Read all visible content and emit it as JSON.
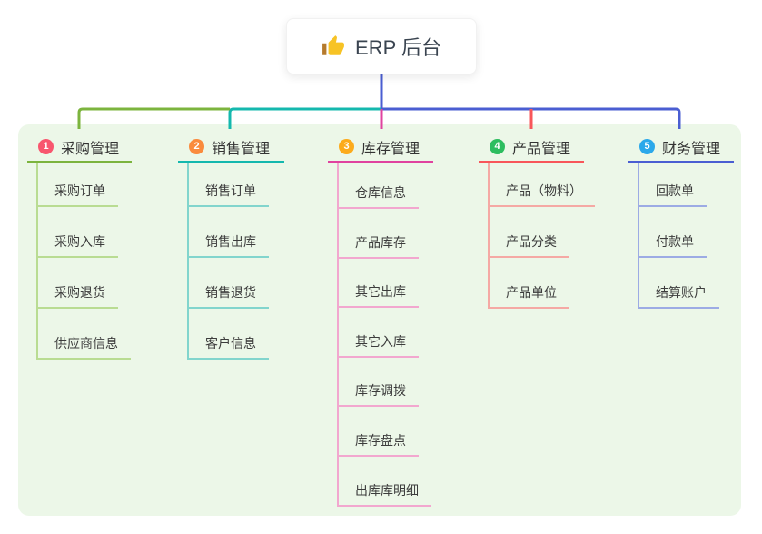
{
  "title": {
    "text": "ERP 后台",
    "icon": "thumbs-up"
  },
  "colors": {
    "canvas_background": "#ffffff",
    "panel_background": "#ecf7e8",
    "title_text": "#3a4450",
    "header_text": "#333333",
    "item_text": "#3c3c3c",
    "thumb_yellow": "#f7c325",
    "thumb_cuff_brown": "#b57a2d",
    "stem_blue": "#4a5ed2"
  },
  "branches": [
    {
      "num": "1",
      "label": "采购管理",
      "color": "#7cb43e",
      "light_color": "#b9dc92",
      "badge_color": "#f8566e",
      "items": [
        "采购订单",
        "采购入库",
        "采购退货",
        "供应商信息"
      ]
    },
    {
      "num": "2",
      "label": "销售管理",
      "color": "#14b8ae",
      "light_color": "#82d5cd",
      "badge_color": "#fa8b3d",
      "items": [
        "销售订单",
        "销售出库",
        "销售退货",
        "客户信息"
      ]
    },
    {
      "num": "3",
      "label": "库存管理",
      "color": "#e0429f",
      "light_color": "#f2a7cf",
      "badge_color": "#fcab1b",
      "items": [
        "仓库信息",
        "产品库存",
        "其它出库",
        "其它入库",
        "库存调拨",
        "库存盘点",
        "出库库明细"
      ]
    },
    {
      "num": "4",
      "label": "产品管理",
      "color": "#f8565a",
      "light_color": "#f5a9a4",
      "badge_color": "#2dbd5f",
      "items": [
        "产品（物料）",
        "产品分类",
        "产品单位"
      ]
    },
    {
      "num": "5",
      "label": "财务管理",
      "color": "#4a5ed2",
      "light_color": "#9cabe4",
      "badge_color": "#2ba8ea",
      "items": [
        "回款单",
        "付款单",
        "结算账户"
      ]
    }
  ]
}
